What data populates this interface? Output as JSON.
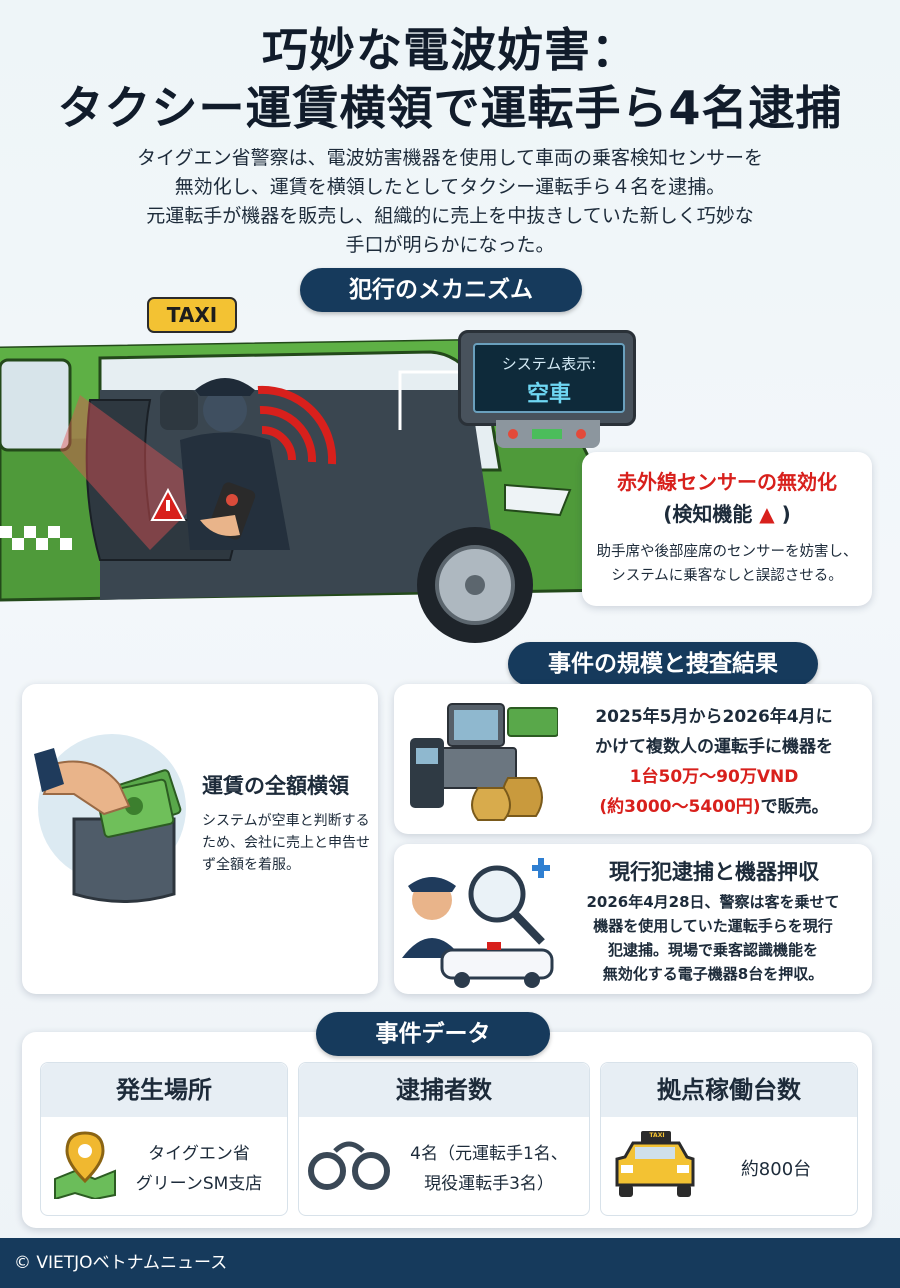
{
  "header": {
    "title_line1": "巧妙な電波妨害：",
    "title_line2": "タクシー運賃横領で運転手ら4名逮捕",
    "lead_lines": [
      "タイグエン省警察は、電波妨害機器を使用して車両の乗客検知センサーを",
      "無効化し、運賃を横領したとしてタクシー運転手ら４名を逮捕。",
      "元運転手が機器を販売し、組織的に売上を中抜きしていた新しく巧妙な",
      "手口が明らかになった。"
    ]
  },
  "mechanism": {
    "section_label": "犯行のメカニズム",
    "taxi_sign": "TAXI",
    "display_label": "システム表示:",
    "display_value": "空車",
    "sensor_title": "赤外線センサーの無効化",
    "sensor_subtitle": "(検知機能",
    "sensor_subtitle_end": ")",
    "sensor_desc_lines": [
      "助手席や後部座席のセンサーを妨害し、",
      "システムに乗客なしと誤認させる。"
    ]
  },
  "investigation": {
    "section_label": "事件の規模と捜査結果",
    "embezzle_title": "運賃の全額横領",
    "embezzle_desc_lines": [
      "システムが空車と判断する",
      "ため、会社に売上と申告せ",
      "ず全額を着服。"
    ],
    "sales_line1": "2025年5月から2026年4月に",
    "sales_line2": "かけて複数人の運転手に機器を",
    "sales_price1": "1台50万～90万VND",
    "sales_price2": "(約3000～5400円)",
    "sales_tail": "で販売。",
    "arrest_title": "現行犯逮捕と機器押収",
    "arrest_desc_lines": [
      "2026年4月28日、警察は客を乗せて",
      "機器を使用していた運転手らを現行",
      "犯逮捕。現場で乗客認識機能を",
      "無効化する電子機器8台を押収。"
    ]
  },
  "data_section": {
    "section_label": "事件データ",
    "stats": [
      {
        "head": "発生場所",
        "line1": "タイグエン省",
        "line2": "グリーンSM支店",
        "icon": "map-pin-icon"
      },
      {
        "head": "逮捕者数",
        "line1": "4名（元運転手1名、",
        "line2": "現役運転手3名）",
        "icon": "handcuffs-icon"
      },
      {
        "head": "拠点稼働台数",
        "line1": "約800台",
        "line2": "",
        "icon": "taxi-icon"
      }
    ],
    "mini_taxi_sign": "TAXI"
  },
  "footer": {
    "credit": "© VIETJOベトナムニュース"
  },
  "colors": {
    "navy": "#163a5c",
    "taxi_green": "#4f9a3a",
    "alert_red": "#d8201c",
    "taxi_yellow": "#f3c233"
  }
}
